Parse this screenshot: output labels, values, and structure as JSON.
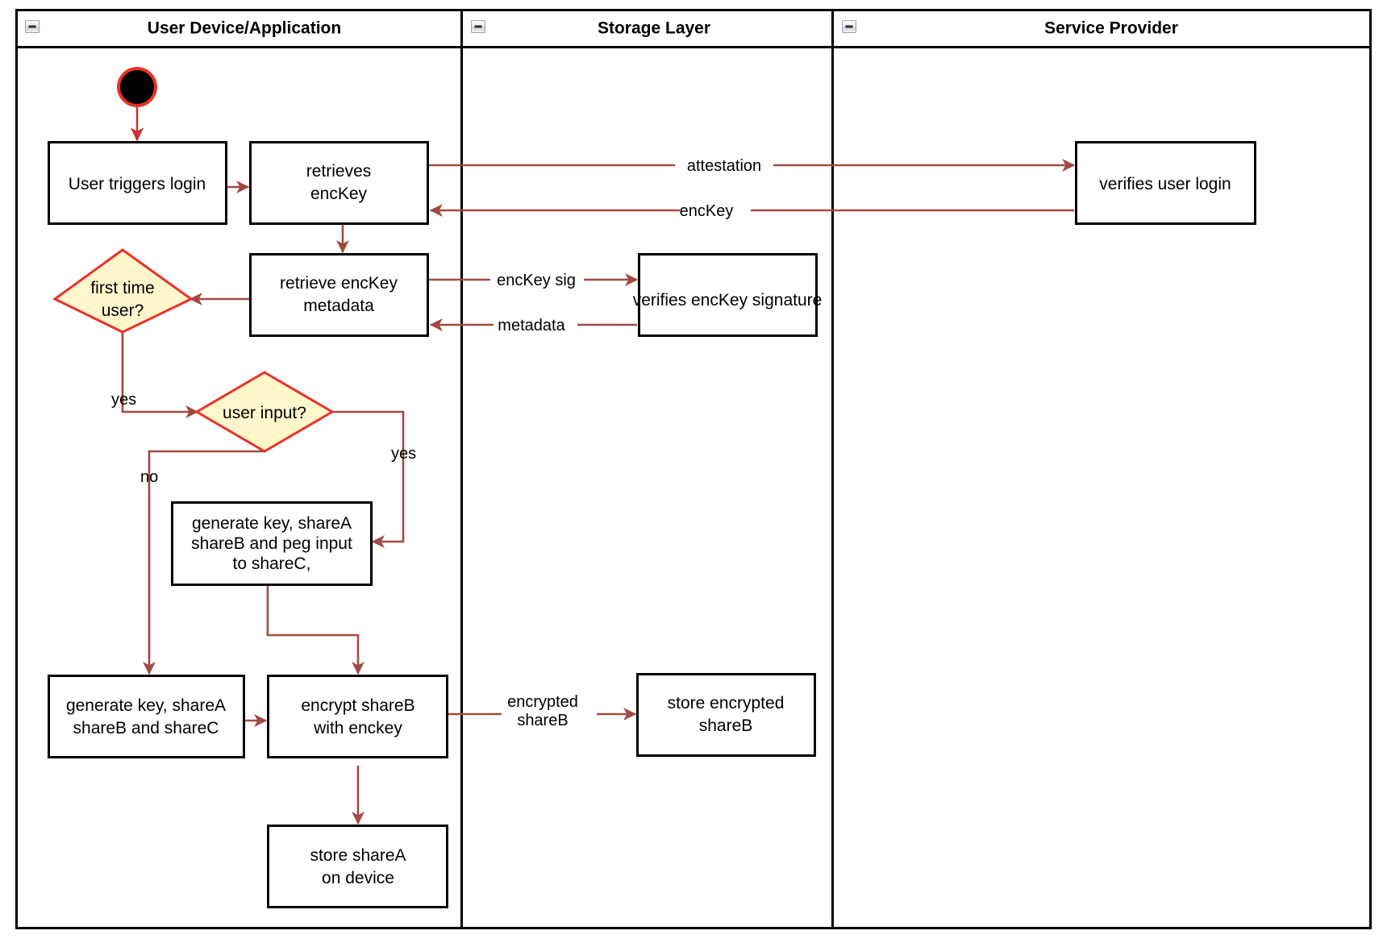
{
  "diagram": {
    "type": "uml-activity-swimlane",
    "title_present": false,
    "colors": {
      "node_border": "#000000",
      "node_fill": "#ffffff",
      "decision_border": "#e8332a",
      "decision_fill": "#fff6cc",
      "edge": "#a04a43",
      "start_ring": "#e8332a",
      "start_fill": "#000000",
      "lane_border": "#000000",
      "text": "#000000"
    },
    "lanes": [
      {
        "id": "lane-user-device",
        "label": "User Device/Application",
        "collapse_icon": "collapse-minus-icon"
      },
      {
        "id": "lane-storage",
        "label": "Storage Layer",
        "collapse_icon": "collapse-minus-icon"
      },
      {
        "id": "lane-service-provider",
        "label": "Service Provider",
        "collapse_icon": "collapse-minus-icon"
      }
    ],
    "nodes": {
      "start": {
        "kind": "initial-node",
        "label": ""
      },
      "user_triggers_login": {
        "kind": "action",
        "lines": [
          "User triggers login"
        ]
      },
      "retrieves_enckey": {
        "kind": "action",
        "lines": [
          "retrieves",
          "encKey"
        ]
      },
      "retrieve_enckey_metadata": {
        "kind": "action",
        "lines": [
          "retrieve encKey",
          "metadata"
        ]
      },
      "first_time_user": {
        "kind": "decision",
        "lines": [
          "first time",
          "user?"
        ]
      },
      "user_input": {
        "kind": "decision",
        "lines": [
          "user input?"
        ]
      },
      "generate_peg": {
        "kind": "action",
        "lines": [
          "generate key, shareA",
          "shareB and peg input",
          "to shareC,"
        ]
      },
      "generate_shares": {
        "kind": "action",
        "lines": [
          "generate key, shareA",
          "shareB and shareC"
        ]
      },
      "encrypt_shareb": {
        "kind": "action",
        "lines": [
          "encrypt shareB",
          "with enckey"
        ]
      },
      "store_sharea": {
        "kind": "action",
        "lines": [
          "store shareA",
          "on device"
        ]
      },
      "verifies_signature": {
        "kind": "action",
        "lines": [
          "verifies encKey signature"
        ]
      },
      "store_encrypted_shareb": {
        "kind": "action",
        "lines": [
          "store encrypted",
          "shareB"
        ]
      },
      "verifies_user_login": {
        "kind": "action",
        "lines": [
          "verifies user login"
        ]
      }
    },
    "edge_labels": {
      "attestation": "attestation",
      "enckey": "encKey",
      "enckey_sig": "encKey sig",
      "metadata": "metadata",
      "yes_first_time": "yes",
      "yes_user_input": "yes",
      "no_user_input": "no",
      "encrypted_shareb_line1": "encrypted",
      "encrypted_shareb_line2": "shareB"
    }
  }
}
